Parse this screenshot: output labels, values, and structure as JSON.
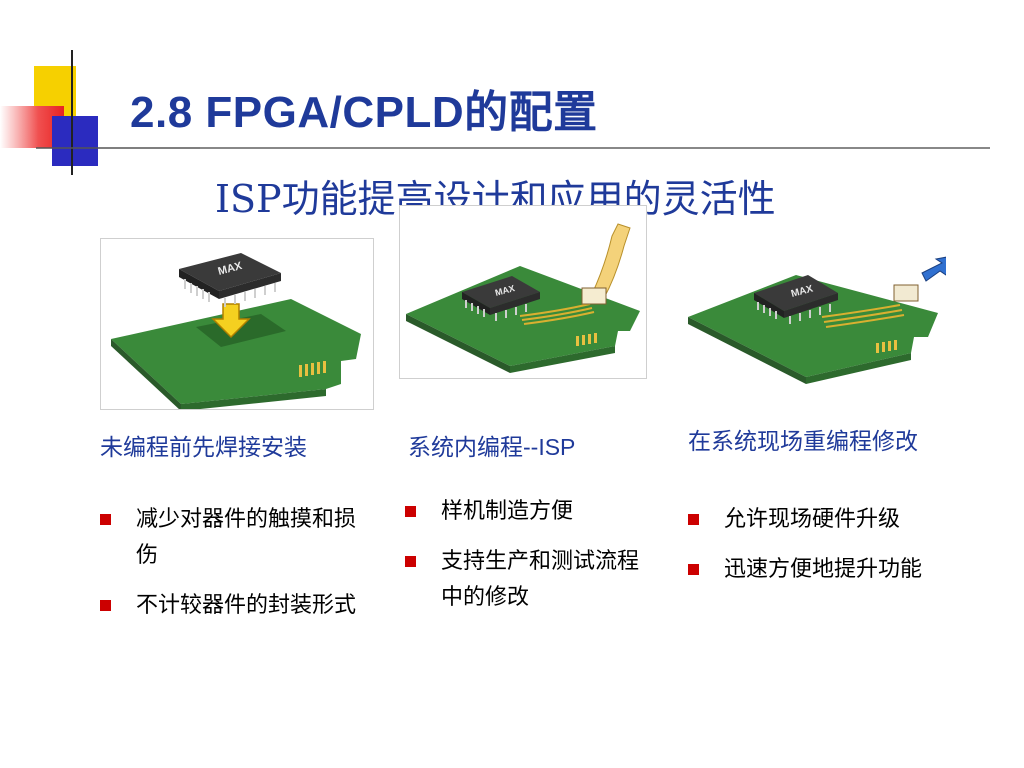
{
  "title": "2.8  FPGA/CPLD的配置",
  "subtitle": "ISP功能提高设计和应用的灵活性",
  "colors": {
    "accent_blue": "#1f3a9a",
    "bullet_red": "#cc0000",
    "deco_yellow": "#f6d000",
    "deco_red": "#ee3333",
    "deco_blue": "#2b2bbf"
  },
  "chip_label": "MAX",
  "columns": [
    {
      "caption": "未编程前先焊接安装",
      "bullets": [
        "减少对器件的触摸和损伤",
        "不计较器件的封装形式"
      ]
    },
    {
      "caption": "系统内编程--ISP",
      "bullets": [
        "样机制造方便",
        "支持生产和测试流程中的修改"
      ]
    },
    {
      "caption": "在系统现场重编程修改",
      "bullets": [
        "允许现场硬件升级",
        "迅速方便地提升功能"
      ]
    }
  ]
}
